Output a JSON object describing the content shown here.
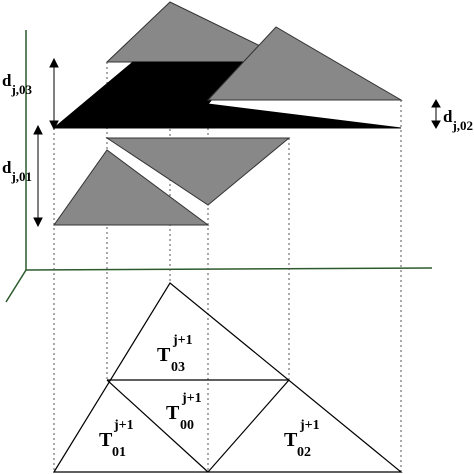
{
  "dimension_labels": {
    "d_j_03": {
      "main": "d",
      "sub": "j,03"
    },
    "d_j_01": {
      "main": "d",
      "sub": "j,01"
    },
    "d_j_02": {
      "main": "d",
      "sub": "j,02"
    }
  },
  "triangle_labels": {
    "T03": {
      "main": "T",
      "sup": "j+1",
      "sub": "03"
    },
    "T00": {
      "main": "T",
      "sup": "j+1",
      "sub": "00"
    },
    "T01": {
      "main": "T",
      "sup": "j+1",
      "sub": "01"
    },
    "T02": {
      "main": "T",
      "sup": "j+1",
      "sub": "02"
    }
  },
  "colors": {
    "gray_fill": "#888888",
    "black_fill": "#000000",
    "axis_green": "#2d5a2d",
    "dotted": "#555555"
  }
}
